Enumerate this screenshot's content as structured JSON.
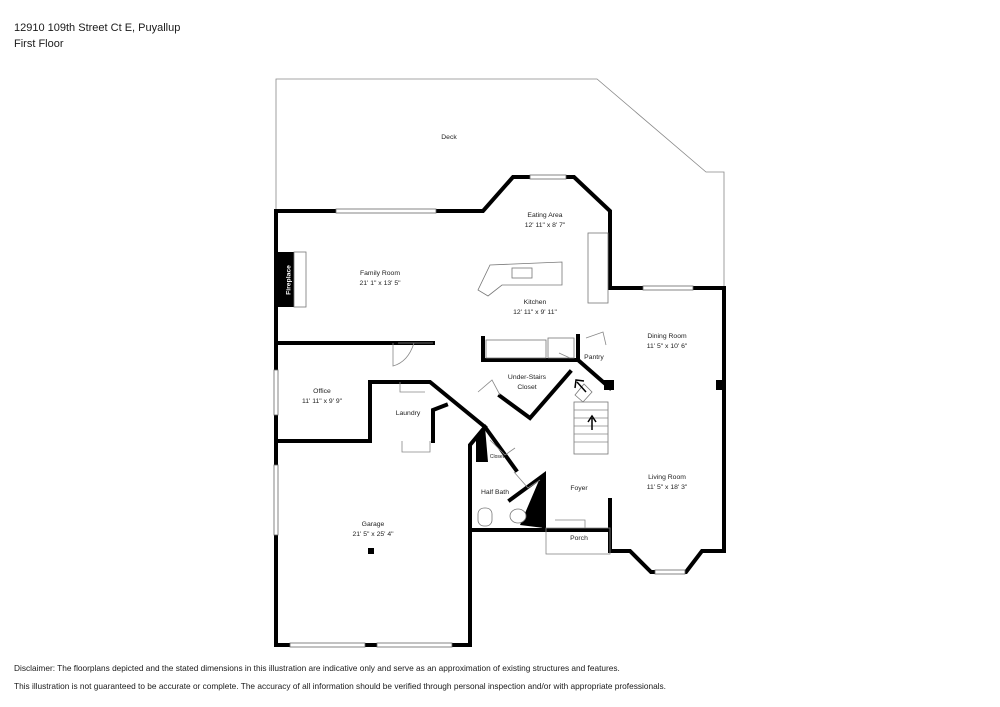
{
  "header": {
    "address": "12910 109th Street Ct E, Puyallup",
    "floor": "First Floor"
  },
  "rooms": {
    "deck": {
      "name": "Deck"
    },
    "eating_area": {
      "name": "Eating Area",
      "dims": "12' 11\" x 8' 7\""
    },
    "family_room": {
      "name": "Family Room",
      "dims": "21' 1\" x 13' 5\""
    },
    "kitchen": {
      "name": "Kitchen",
      "dims": "12' 11\" x 9' 11\""
    },
    "dining_room": {
      "name": "Dining Room",
      "dims": "11' 5\" x 10' 6\""
    },
    "pantry": {
      "name": "Pantry"
    },
    "under_stairs": {
      "name_line1": "Under-Stairs",
      "name_line2": "Closet"
    },
    "office": {
      "name": "Office",
      "dims": "11' 11\" x 9' 9\""
    },
    "laundry": {
      "name": "Laundry"
    },
    "closet": {
      "name": "Closet"
    },
    "half_bath": {
      "name": "Half Bath"
    },
    "foyer": {
      "name": "Foyer"
    },
    "living_room": {
      "name": "Living Room",
      "dims": "11' 5\" x 18' 3\""
    },
    "garage": {
      "name": "Garage",
      "dims": "21' 5\" x 25' 4\""
    },
    "porch": {
      "name": "Porch"
    },
    "fireplace": {
      "name": "Fireplace"
    }
  },
  "disclaimer": {
    "line1": "Disclaimer: The floorplans depicted and the stated dimensions in this illustration are indicative only and serve as an approximation of existing structures and features.",
    "line2": "This illustration is not guaranteed to be accurate or complete. The accuracy of all information should be verified through personal inspection and/or with appropriate professionals."
  }
}
